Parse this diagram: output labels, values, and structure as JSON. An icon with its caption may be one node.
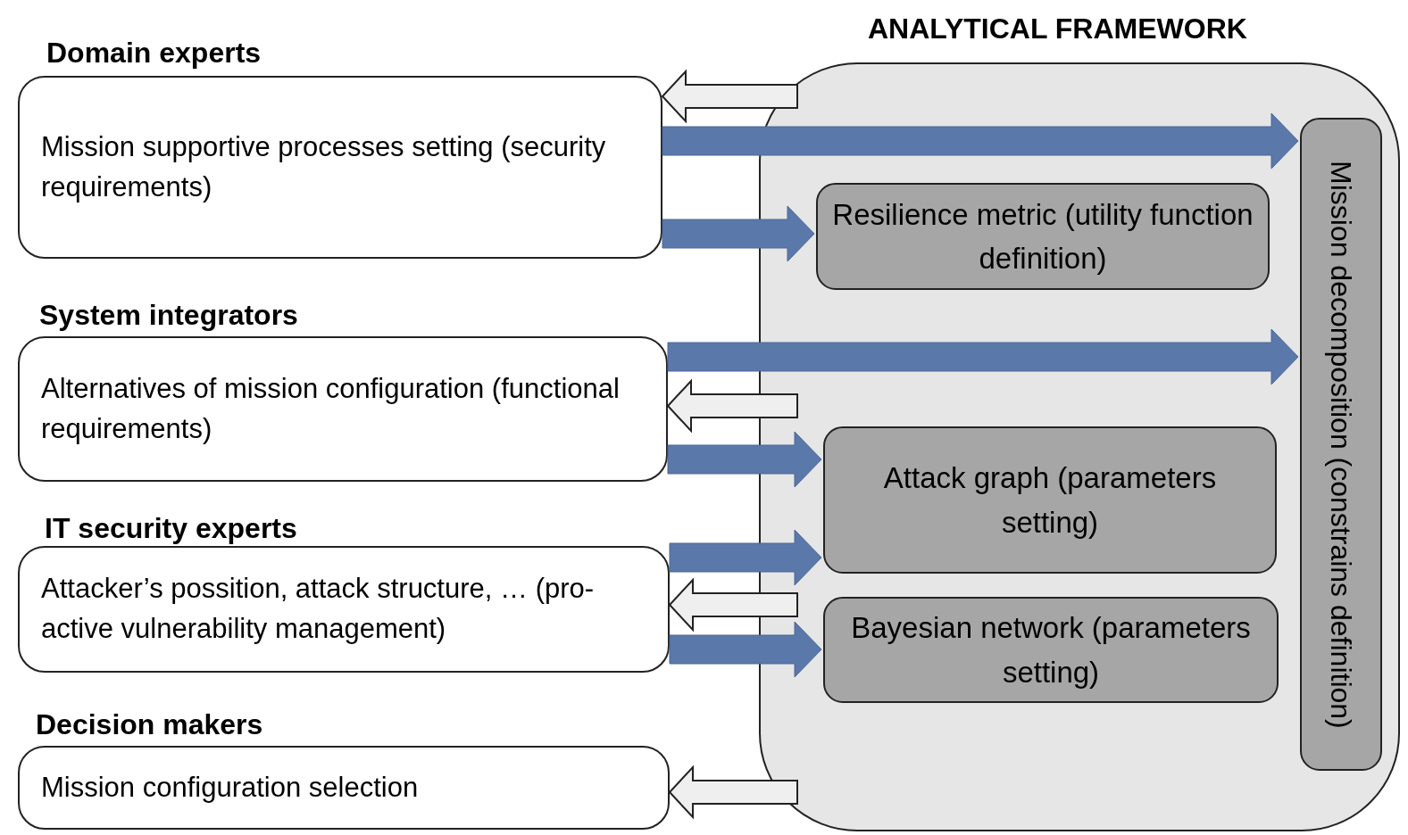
{
  "diagram": {
    "nodes": [
      {
        "text": [
          "Domain experts",
          "Mission supportive processes setting (security requirements)"
        ]
      },
      {
        "text": [
          "System integrators",
          "Alternatives of mission configuration (functional requirements)"
        ]
      },
      {
        "text": [
          "IT security experts",
          "Attacker’s possition, attack structure, … (pro-active vulnerability management)"
        ]
      },
      {
        "text": [
          "Decision makers",
          "Mission configuration selection"
        ]
      },
      {
        "text": [
          "ANALYTICAL FRAMEWORK"
        ]
      },
      {
        "text": [
          "Resilience metric (utility function definition)"
        ],
        "in": 4
      },
      {
        "text": [
          "Attack graph (parameters setting)"
        ],
        "in": 4
      },
      {
        "text": [
          "Bayesian network (parameters setting)"
        ],
        "in": 4
      },
      {
        "text": [
          "Mission decomposition (constrains definition)"
        ],
        "in": 4
      }
    ],
    "edges": [
      {
        "from": 4,
        "to": 0,
        "arrow": "to",
        "color": "#efefef"
      },
      {
        "from": 0,
        "to": 8,
        "arrow": "to"
      },
      {
        "from": 0,
        "to": 5,
        "arrow": "to"
      },
      {
        "from": 1,
        "to": 8,
        "arrow": "to"
      },
      {
        "from": 4,
        "to": 1,
        "arrow": "to",
        "color": "#efefef"
      },
      {
        "from": 1,
        "to": 6,
        "arrow": "to"
      },
      {
        "from": 2,
        "to": 6,
        "arrow": "to"
      },
      {
        "from": 4,
        "to": 2,
        "arrow": "to",
        "color": "#efefef"
      },
      {
        "from": 2,
        "to": 7,
        "arrow": "to"
      },
      {
        "from": 4,
        "to": 3,
        "arrow": "to",
        "color": "#efefef"
      }
    ]
  }
}
